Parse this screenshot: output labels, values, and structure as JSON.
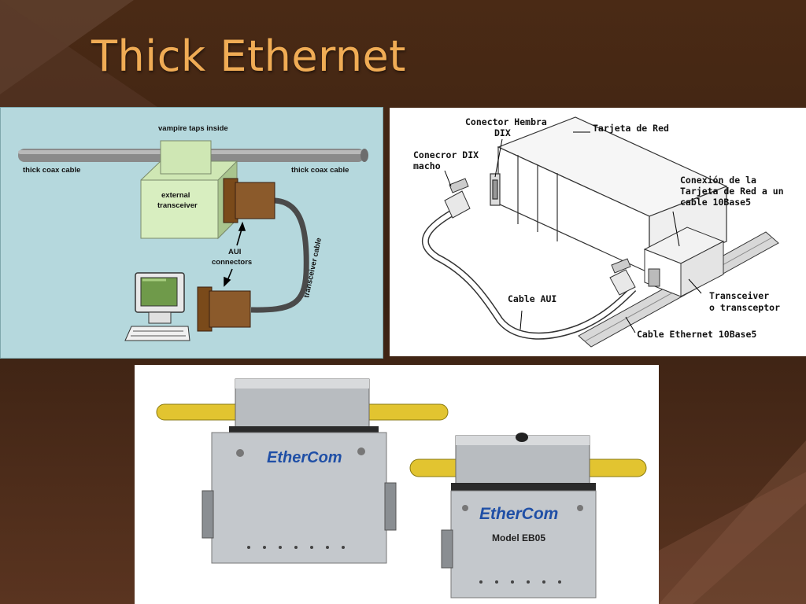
{
  "slide": {
    "title": "Thick Ethernet",
    "colors": {
      "background": "#3a2112",
      "title": "#f0ac55",
      "panel1": "#b5d8dd"
    }
  },
  "diagram1": {
    "vampire_taps": "vampire taps inside",
    "coax_left": "thick coax cable",
    "coax_right": "thick coax cable",
    "transceiver_l1": "external",
    "transceiver_l2": "transceiver",
    "aui_l1": "AUI",
    "aui_l2": "connectors",
    "transceiver_cable": "transceiver cable"
  },
  "diagram2": {
    "hembra_l1": "Conector Hembra",
    "hembra_l2": "DIX",
    "tarjeta": "Tarjeta de Red",
    "macho_l1": "Conecror DIX",
    "macho_l2": "macho",
    "conexion_l1": "Conexión de la",
    "conexion_l2": "Tarjeta de Red a un",
    "conexion_l3": "cable 10Base5",
    "cable_aui": "Cable AUI",
    "transceiver_l1": "Transceiver",
    "transceiver_l2": "o transceptor",
    "cable_ethernet": "Cable Ethernet 10Base5"
  },
  "photo": {
    "brand_left": "EtherCom",
    "brand_right": "EtherCom",
    "model": "Model EB05"
  }
}
